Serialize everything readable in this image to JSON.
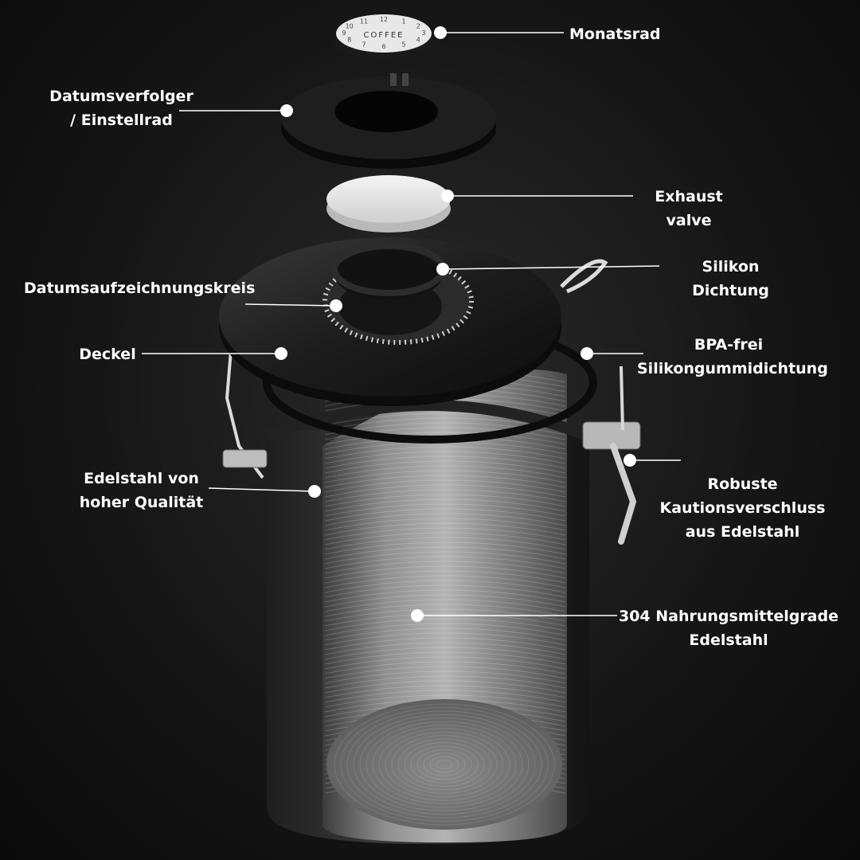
{
  "product": {
    "month_wheel_text": "COFFEE",
    "month_numbers": [
      "1",
      "2",
      "3",
      "4",
      "5",
      "6",
      "7",
      "8",
      "9",
      "10",
      "11",
      "12"
    ]
  },
  "callouts": [
    {
      "id": "monatsrad",
      "text": "Monatsrad"
    },
    {
      "id": "datumsverfolger",
      "text": "Datumsverfolger\n/ Einstellrad"
    },
    {
      "id": "exhaust-valve",
      "text": "Exhaust valve"
    },
    {
      "id": "silikon-dichtung",
      "text": "Silikon Dichtung"
    },
    {
      "id": "datumsaufzeichnungskreis",
      "text": "Datumsaufzeichnungskreis"
    },
    {
      "id": "deckel",
      "text": "Deckel"
    },
    {
      "id": "bpa-frei",
      "text": "BPA-frei\nSilikongummidichtung"
    },
    {
      "id": "edelstahl-hohe-qualitaet",
      "text": "Edelstahl von\nhoher Qualität"
    },
    {
      "id": "kautionsverschluss",
      "text": "Robuste Kautionsverschluss\naus Edelstahl"
    },
    {
      "id": "nahrungsmittelgrade",
      "text": "304 Nahrungsmittelgrade\nEdelstahl"
    }
  ],
  "colors": {
    "background": "#161616",
    "label_text": "#ffffff",
    "leader_line": "#ffffff",
    "steel": "#8a8a8a",
    "lid": "#1a1a1a",
    "valve": "#e8e8e8"
  }
}
